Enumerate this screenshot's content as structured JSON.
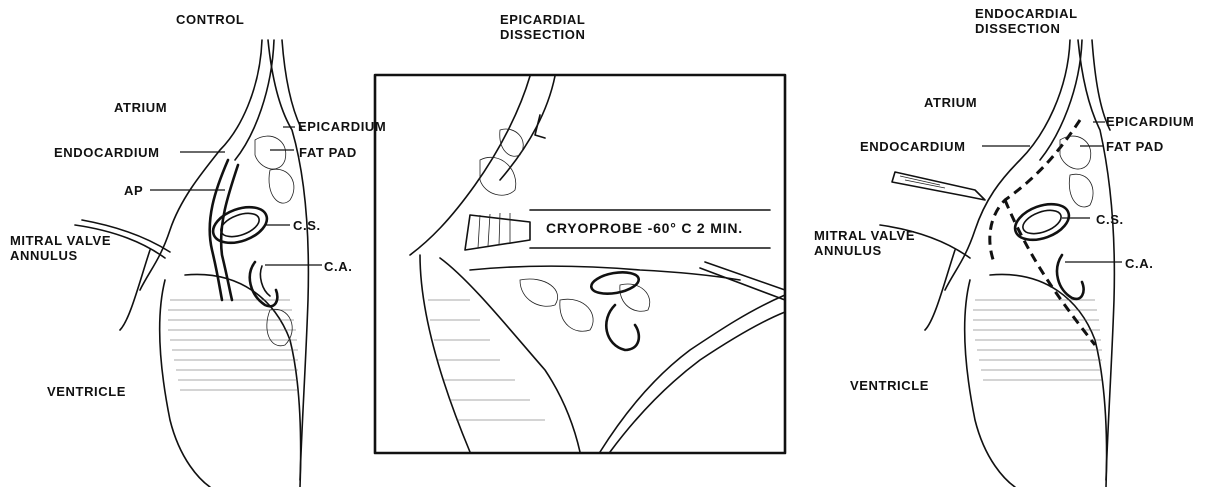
{
  "panels": {
    "control": {
      "title": "CONTROL",
      "labels": {
        "atrium": "ATRIUM",
        "epicardium": "EPICARDIUM",
        "endocardium": "ENDOCARDIUM",
        "fat_pad": "FAT PAD",
        "ap": "AP",
        "cs": "C.S.",
        "mitral_line1": "MITRAL VALVE",
        "mitral_line2": "ANNULUS",
        "ca": "C.A.",
        "ventricle": "VENTRICLE"
      }
    },
    "epicardial": {
      "title_line1": "EPICARDIAL",
      "title_line2": "DISSECTION",
      "probe_label": "CRYOPROBE -60° C 2 MIN."
    },
    "endocardial": {
      "title_line1": "ENDOCARDIAL",
      "title_line2": "DISSECTION",
      "labels": {
        "atrium": "ATRIUM",
        "epicardium": "EPICARDIUM",
        "endocardium": "ENDOCARDIUM",
        "fat_pad": "FAT PAD",
        "cs": "C.S.",
        "mitral_line1": "MITRAL VALVE",
        "mitral_line2": "ANNULUS",
        "ca": "C.A.",
        "ventricle": "VENTRICLE"
      }
    }
  }
}
